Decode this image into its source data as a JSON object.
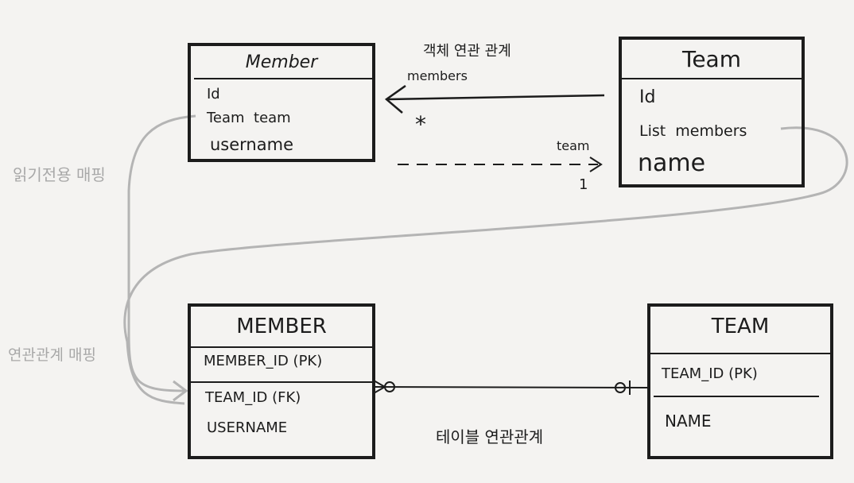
{
  "object_model": {
    "member": {
      "title": "Member",
      "fields": [
        "Id",
        "Team  team",
        "username"
      ]
    },
    "team": {
      "title": "Team",
      "fields": [
        "Id",
        "List  members",
        "name"
      ]
    },
    "relation_label": "객체 연관 관계",
    "members_label": "members",
    "team_label": "team",
    "many_mark": "*",
    "one_mark": "1"
  },
  "table_model": {
    "member": {
      "title": "MEMBER",
      "pk": "MEMBER_ID (PK)",
      "fields": [
        "TEAM_ID (FK)",
        "USERNAME"
      ]
    },
    "team": {
      "title": "TEAM",
      "pk": "TEAM_ID (PK)",
      "fields": [
        "NAME"
      ]
    },
    "relation_label": "테이블 연관관계"
  },
  "side_labels": {
    "read_only_mapping": "읽기전용 매핑",
    "relation_mapping": "연관관계 매핑"
  }
}
